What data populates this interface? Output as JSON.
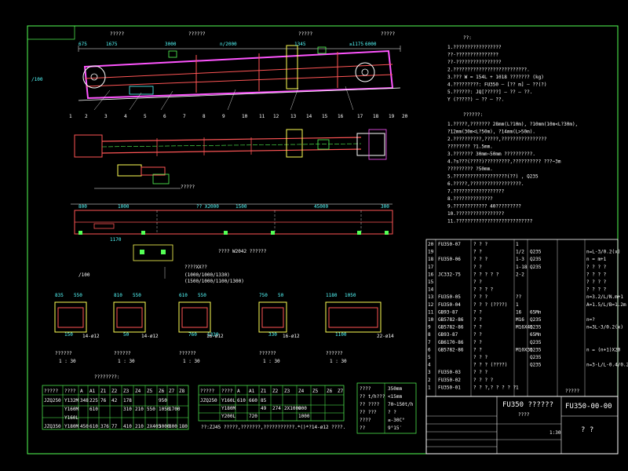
{
  "drawing": {
    "top_labels": [
      "?????",
      "??????",
      "?????",
      "?????"
    ],
    "dims_top": [
      "675",
      "1675",
      "3000",
      "n/2000",
      "1345",
      "≥1175",
      "6000"
    ],
    "dim_left": "/100",
    "side_view": {
      "dims": [
        "800",
        "1000",
        "?? X2000",
        "1500",
        "45000",
        "300",
        "1170"
      ],
      "labels": [
        "?????",
        "????XX??",
        "(1000/1000/1330)",
        "(1500/1000/1100/1300)"
      ]
    },
    "top_view_label": "???? W2042 ??????",
    "part_numbers": [
      "1",
      "2",
      "3",
      "4",
      "5",
      "6",
      "7",
      "8",
      "9",
      "10",
      "11",
      "12",
      "13",
      "14",
      "15",
      "16",
      "17",
      "18",
      "19",
      "20"
    ],
    "section_scale": "1 : 30",
    "section_label": "??????",
    "sections": [
      {
        "dims": [
          "835",
          "150",
          "550"
        ],
        "rebar": "14-ø12"
      },
      {
        "dims": [
          "810",
          "50",
          "550"
        ],
        "rebar": "14-ø12"
      },
      {
        "dims": [
          "610",
          "760",
          "550",
          "1330"
        ],
        "rebar": "16-ø12"
      },
      {
        "dims": [
          "750",
          "330",
          "50"
        ],
        "rebar": "16-ø12"
      },
      {
        "dims": [
          "1180",
          "1100",
          "1050"
        ],
        "rebar": "22-ø14"
      }
    ]
  },
  "notes": {
    "title": "??:",
    "items": [
      "1.?????????????????",
      "  ??-???????????????",
      "  ??-????????????????",
      "2.??????????????????????????.",
      "3.???  W = 154L + 1018  ???????  (kg)",
      "4.?????????:  FU350 — [?? m] — ??(?)",
      "5.??????:  JQ[?????] — ?? — ??.",
      "  Y (?????) — ?? — ??."
    ],
    "req_title": "??????:",
    "req_items": [
      "1.?????,???????   28mm(L?10m), ?10mm(10m<L?30m),",
      "  ?12mm(30m<L?50m), ?14mm(L>50m).",
      "2.??????????,?????,????????????????",
      "  ????????   ?1.5mm.",
      "3.???????   30mm~50mm ??????????.",
      "4.?s???(????)?????????,?????????? ???~3m",
      "  ?????????   ?50mm.",
      "5.???????????????????(??)   , Q235",
      "6.?????,??????????????????.",
      "7.??????????????????",
      "8.??????????????",
      "9.????????????    40?????????",
      "10.?????????????????",
      "11.???????????????????????????"
    ]
  },
  "spec_table": {
    "title": "????????:",
    "headers": [
      "?????",
      "????",
      "A",
      "A1",
      "Z1",
      "Z2",
      "Z3",
      "Z4",
      "Z5",
      "Z6",
      "Z7",
      "Z8"
    ],
    "rows": [
      [
        "JZQ250",
        "Y132M",
        "348",
        "225",
        "76",
        "42",
        "178",
        "",
        "",
        "950",
        "",
        ""
      ],
      [
        "",
        "Y160M",
        "",
        "610",
        "",
        "",
        "310",
        "210",
        "550",
        "1050",
        "1700",
        ""
      ],
      [
        "",
        "Y160L",
        "",
        "",
        "",
        "",
        "",
        "",
        "",
        "",
        "",
        ""
      ],
      [
        "JZQ350",
        "Y180M",
        "450",
        "610",
        "376",
        "77",
        "410",
        "210",
        "2X405",
        "3000",
        "800",
        "180"
      ]
    ]
  },
  "spec_table2": {
    "headers": [
      "?????",
      "????",
      "A",
      "A1",
      "Z1",
      "Z2",
      "Z3",
      "Z4",
      "Z5",
      "Z6",
      "Z7"
    ],
    "rows": [
      [
        "JZQ250",
        "Y160L",
        "610",
        "660",
        "85",
        "",
        "",
        "",
        "",
        "",
        ""
      ],
      [
        "",
        "Y180M",
        "",
        "",
        "49",
        "274",
        "2X1000",
        "900",
        "",
        "",
        ""
      ],
      [
        "",
        "Y200L",
        "",
        "720",
        "",
        "",
        "",
        "1000",
        "",
        "",
        ""
      ]
    ],
    "note": "??:ZJ45  ?????,???????,???????????.*()*?14-ø12  ????."
  },
  "param_table": {
    "rows": [
      [
        "????",
        "350mm"
      ],
      [
        "??  t/h???",
        "<15mm"
      ],
      [
        "?? ????",
        "70~150t/h"
      ],
      [
        "?? ???",
        "? ?"
      ],
      [
        "????",
        "≤-30C°"
      ],
      [
        "??",
        "9°15′"
      ]
    ]
  },
  "bom": {
    "rows": [
      {
        "no": "20",
        "code": "FU350-07",
        "name": "? ? ?",
        "qty": "1",
        "mat": "",
        "note": ""
      },
      {
        "no": "19",
        "code": "",
        "name": "? ?",
        "qty": "1/2",
        "mat": "Q235",
        "note": "n=L-3/0.2(x)"
      },
      {
        "no": "18",
        "code": "FU350-06",
        "name": "? ? ?",
        "qty": "1-3",
        "mat": "Q235",
        "note": "n = m+1"
      },
      {
        "no": "17",
        "code": "",
        "name": "? ?",
        "qty": "1-18",
        "mat": "Q235",
        "note": "? ? ? ?"
      },
      {
        "no": "16",
        "code": "JC332-75",
        "name": "? ? ? ? ?",
        "qty": "2-2",
        "mat": "",
        "note": "? ? ? ?"
      },
      {
        "no": "15",
        "code": "",
        "name": "? ?",
        "qty": "",
        "mat": "",
        "note": "? ? ? ?"
      },
      {
        "no": "14",
        "code": "",
        "name": "? ? ? ?",
        "qty": "",
        "mat": "",
        "note": "? ? ? ?"
      },
      {
        "no": "13",
        "code": "FU350-05",
        "name": "? ? ?",
        "qty": "??",
        "mat": "",
        "note": "n=3.2/L/N.m+1"
      },
      {
        "no": "12",
        "code": "FU350-04",
        "name": "? ? ? (????)",
        "qty": "1",
        "mat": "",
        "note": "A=1.5/L/B=1.2m"
      },
      {
        "no": "11",
        "code": "GB93-87",
        "name": "? ?",
        "qty": "16",
        "mat": "65Mn",
        "note": ""
      },
      {
        "no": "10",
        "code": "GB5782-86",
        "name": "? ?",
        "qty": "M16",
        "mat": "Q235",
        "note": "n=?"
      },
      {
        "no": "9",
        "code": "GB5782-86",
        "name": "? ?",
        "qty": "M16X45",
        "mat": "Q235",
        "note": "n=3L-3/0.2(x)"
      },
      {
        "no": "8",
        "code": "GB93-87",
        "name": "? ?",
        "qty": "",
        "mat": "65Mn",
        "note": ""
      },
      {
        "no": "7",
        "code": "GB6170-86",
        "name": "? ?",
        "qty": "",
        "mat": "Q235",
        "note": ""
      },
      {
        "no": "6",
        "code": "GB5782-86",
        "name": "? ?",
        "qty": "M10X35",
        "mat": "Q235",
        "note": "n = (n+1)X20"
      },
      {
        "no": "5",
        "code": "",
        "name": "? ? ?",
        "qty": "",
        "mat": "Q235",
        "note": ""
      },
      {
        "no": "4",
        "code": "",
        "name": "? ? ? (????)",
        "qty": "",
        "mat": "Q235",
        "note": "n=3-L/L-0.4/0.2"
      },
      {
        "no": "3",
        "code": "FU350-03",
        "name": "? ? ?",
        "qty": "",
        "mat": "",
        "note": ""
      },
      {
        "no": "2",
        "code": "FU350-02",
        "name": "? ? ? ?",
        "qty": "",
        "mat": "",
        "note": ""
      },
      {
        "no": "1",
        "code": "FU350-01",
        "name": "? ? ?,? ? ? ? ?",
        "qty": "1",
        "mat": "",
        "note": ""
      }
    ]
  },
  "title_block": {
    "product_name": "FU350 ??????",
    "subtitle": "????",
    "drawing_no": "FU350-00-00",
    "sheet": "? ?",
    "scale_label": "1:30",
    "company": "?????"
  }
}
